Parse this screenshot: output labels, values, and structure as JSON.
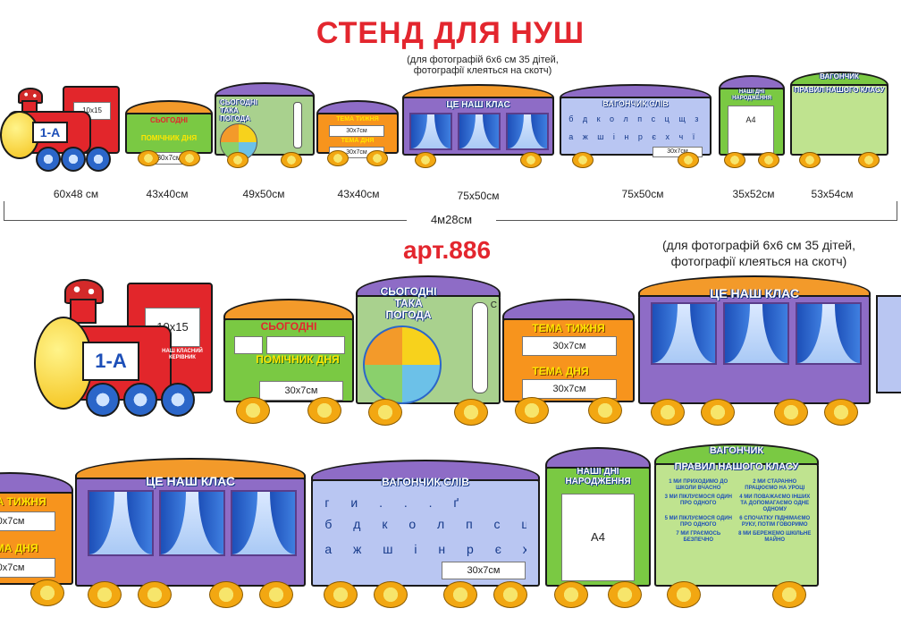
{
  "header": {
    "title": "СТЕНД ДЛЯ НУШ",
    "subtitle_line1": "(для фотографій 6х6 см 35 дітей,",
    "subtitle_line2": "фотографії клеяться на скотч)"
  },
  "sizes": [
    "60х48 см",
    "43х40см",
    "49х50см",
    "43х40см",
    "75х50см",
    "75х50см",
    "35х52см",
    "53х54см"
  ],
  "total_length": "4м28см",
  "article": "арт.886",
  "note_line1": "(для фотографій 6х6 см 35 дітей,",
  "note_line2": "фотографії клеяться на скотч)",
  "loco": {
    "class_label": "1-А",
    "photo_size": "10х15",
    "teacher": "НАШ КЛАСНИЙ КЕРІВНИК"
  },
  "wagons": {
    "today": {
      "title": "СЬОГОДНІ",
      "helper": "ПОМІЧНИК ДНЯ",
      "cell": "30х7см"
    },
    "weather": {
      "title_1": "СЬОГОДНІ",
      "title_2": "ТАКА",
      "title_3": "ПОГОДА",
      "thermo_label": "С"
    },
    "theme": {
      "week": "ТЕМА ТИЖНЯ",
      "day": "ТЕМА ДНЯ",
      "cell_week": "30х7см",
      "cell_day": "30х7см"
    },
    "class": {
      "title": "ЦЕ НАШ КЛАС"
    },
    "words": {
      "title": "ВАГОНЧИК СЛІВ",
      "row1": "г и . . . ґ",
      "row2": "б д к о л п с ц щ з ю",
      "row3": "а ж ш і н р є х ч ї я",
      "cell": "30х7см"
    },
    "birthday": {
      "title": "НАШІ ДНІ НАРОДЖЕННЯ",
      "cell": "А4"
    },
    "rules": {
      "title_1": "ВАГОНЧИК",
      "title_2": "ПРАВИЛ НАШОГО КЛАСУ",
      "items": [
        "1 МИ ПРИХОДИМО ДО ШКОЛИ ВЧАСНО",
        "2 МИ СТАРАННО ПРАЦЮЄМО НА УРОЦІ",
        "3 МИ ПІКЛУЄМОСЯ ОДИН ПРО ОДНОГО",
        "4 МИ ПОВАЖАЄМО ІНШИХ ТА ДОПОМАГАЄМО ОДНЕ ОДНОМУ",
        "5 МИ ПІКЛУЄМОСЯ ОДИН ПРО ОДНОГО",
        "6 СПОЧАТКУ ПІДНІМАЄМО РУКУ, ПОТІМ ГОВОРИМО",
        "7 МИ ГРАЄМОСЬ БЕЗПЕЧНО",
        "8 МИ БЕРЕЖЕМО ШКІЛЬНЕ МАЙНО"
      ]
    }
  },
  "colors": {
    "accent_red": "#e3262e",
    "header_blue": "#1b3b8a",
    "wagon_green": "#7ac943",
    "wagon_orange": "#f7941d",
    "wagon_purple": "#8e6cc6",
    "wagon_blue": "#3f7fe0"
  }
}
